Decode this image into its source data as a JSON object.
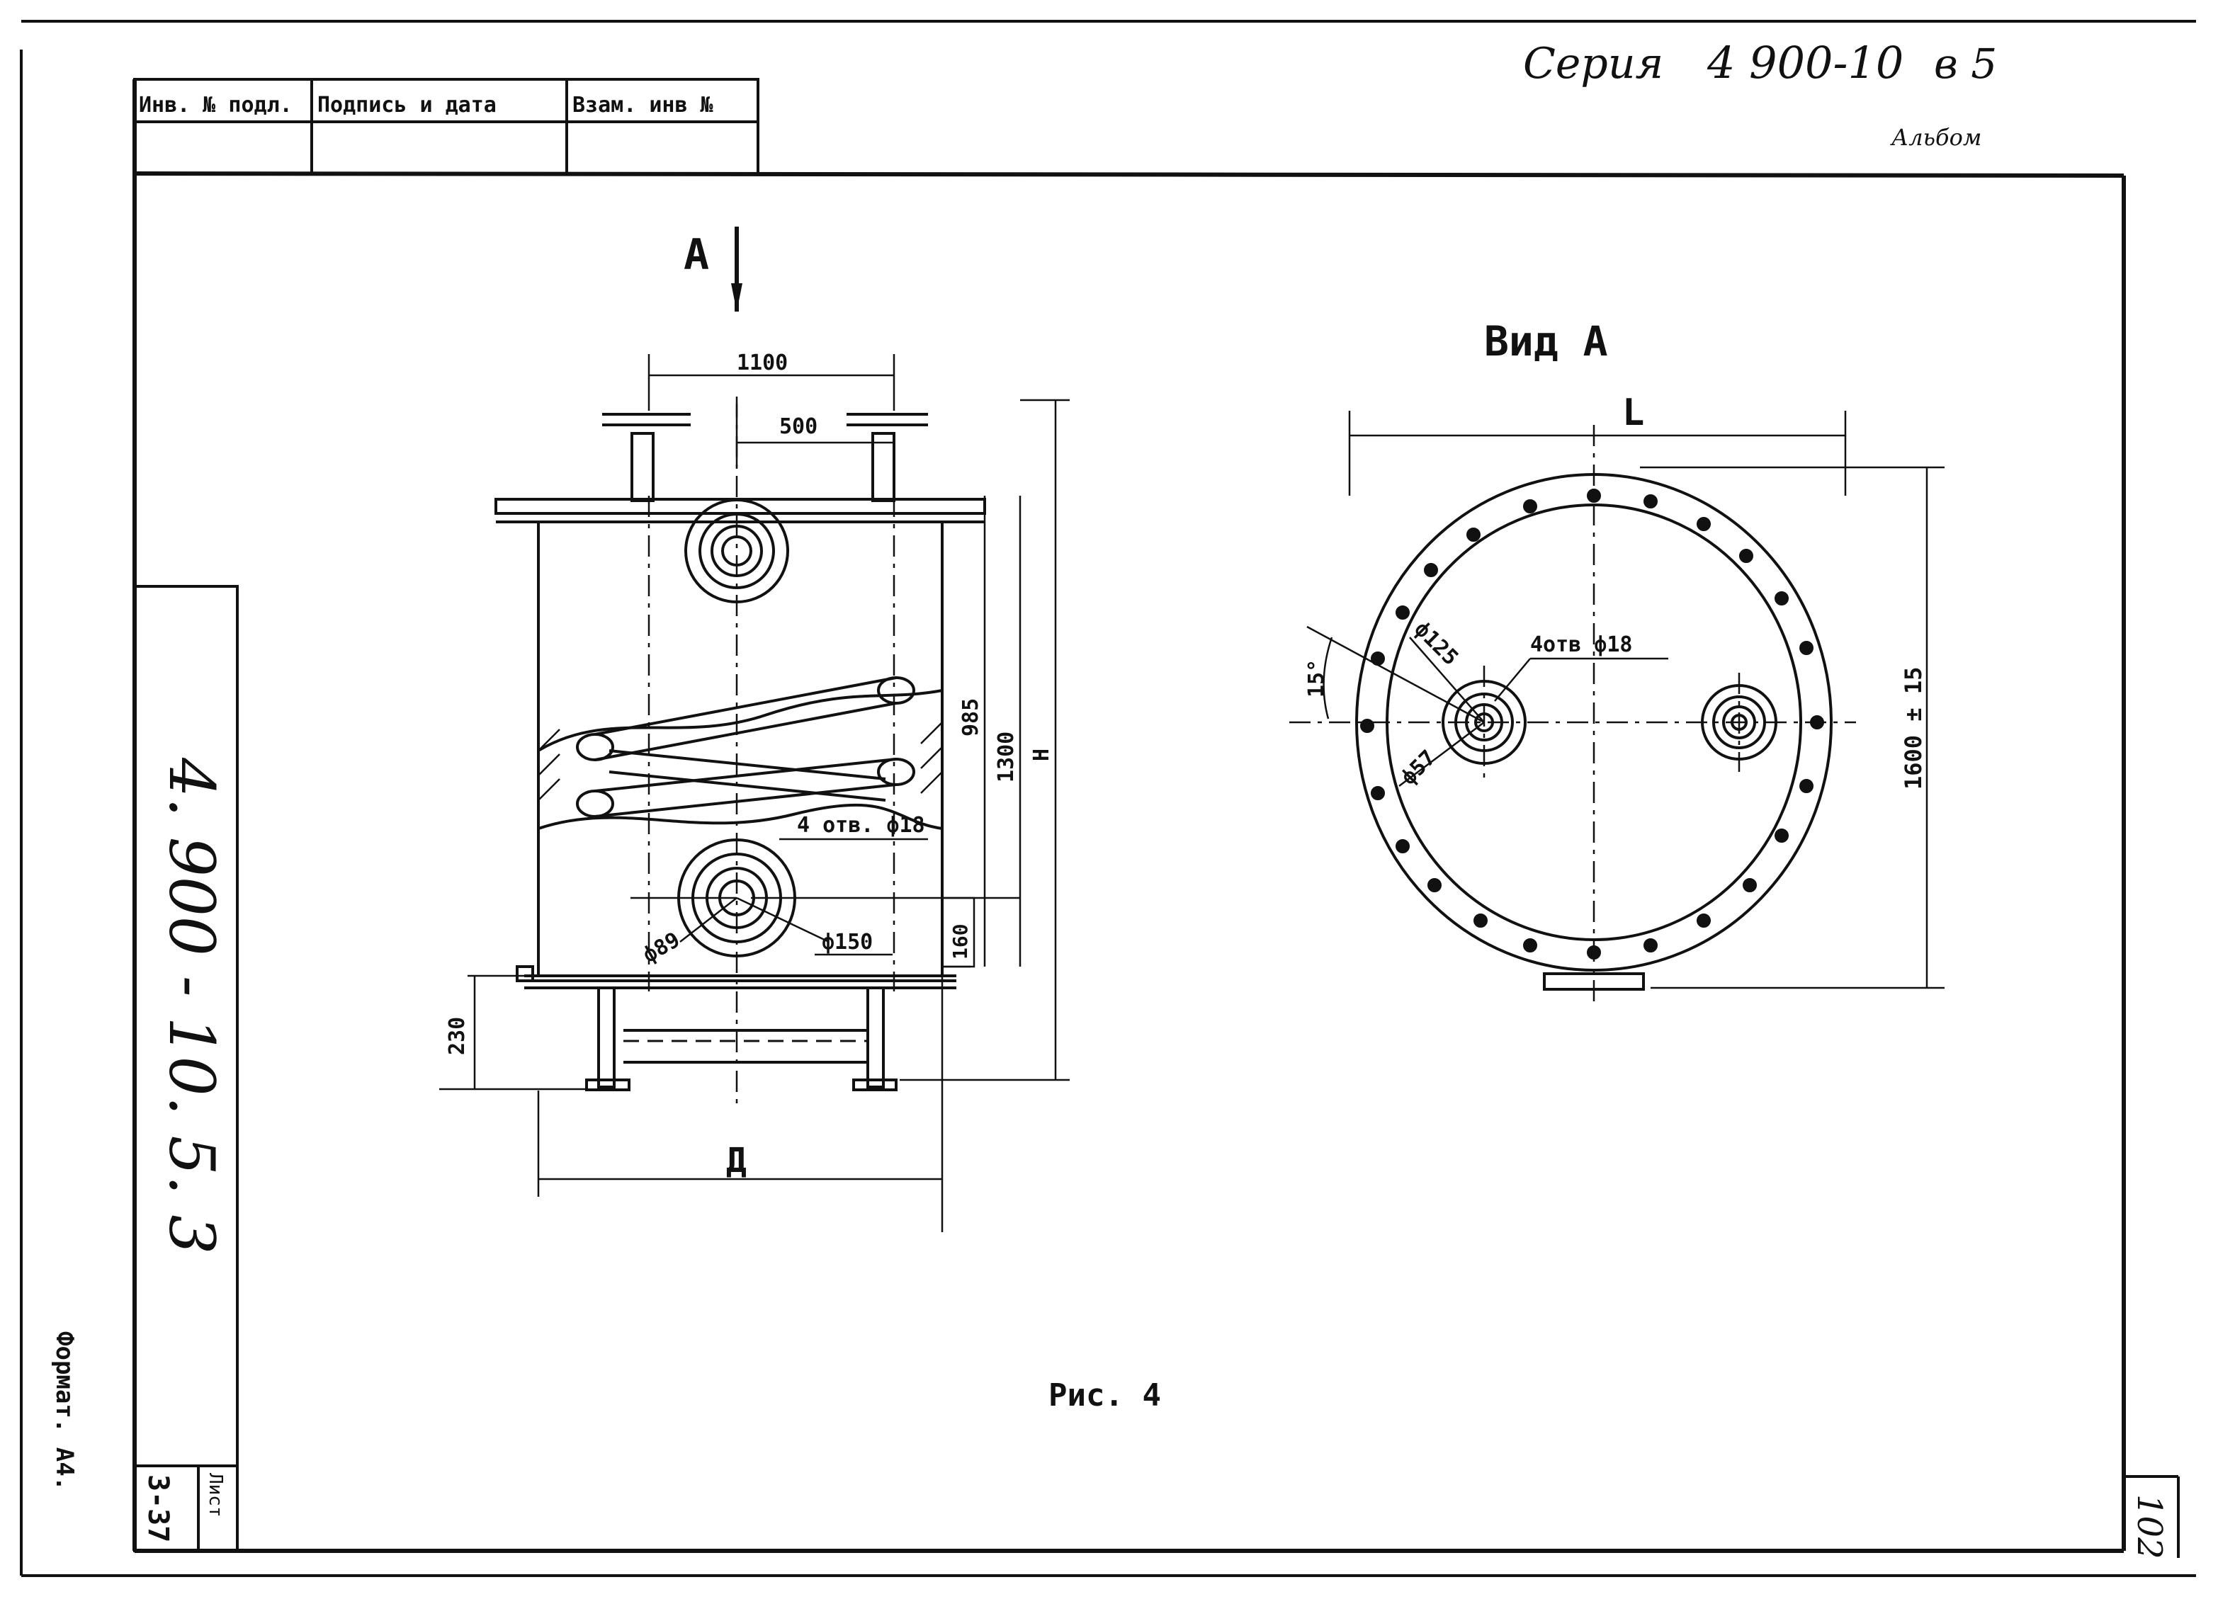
{
  "header": {
    "series_label": "Серия",
    "series_number": "4 900-10",
    "issue": "в 5",
    "album": "Альбом"
  },
  "stamp": {
    "inv_original": "Инв. № подл.",
    "signature_date": "Подпись и дата",
    "replace_inv": "Взам. инв №"
  },
  "side_panel": {
    "designation": "4. 900 - 10. 5. 3",
    "sheet_label": "Лист",
    "sheet_value": "3-37"
  },
  "format_label": "Формат. А4.",
  "page_number": "102",
  "figure_caption": "Рис. 4",
  "front_view": {
    "section_mark": "А",
    "dim_1100": "1100",
    "dim_500": "500",
    "dim_985": "985",
    "dim_1300": "1300",
    "dim_H": "H",
    "dim_160": "160",
    "dim_230": "230",
    "dim_D": "Д",
    "note_holes": "4 отв. ф18",
    "dim_d89": "ф89",
    "dim_d150": "ф150"
  },
  "view_a": {
    "title": "Вид А",
    "dim_L": "L",
    "angle": "15°",
    "dim_d125": "ф125",
    "note_holes": "4отв ф18",
    "dim_d57": "ф57",
    "dim_1600": "1600 ± 15"
  }
}
